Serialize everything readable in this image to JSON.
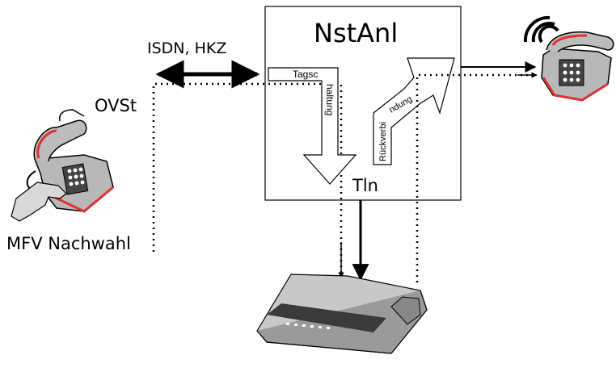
{
  "diagram": {
    "pbx_title": "NstAnl",
    "trunk_label": "ISDN, HKZ",
    "exchange_label": "OVSt",
    "dial_label": "MFV Nachwahl",
    "subscriber_label": "Tln",
    "switching_label_a": "Tagsc",
    "switching_label_b": "haltung",
    "callback_label_a": "Rückverbi",
    "callback_label_b": "ndung"
  },
  "colors": {
    "line": "#000000",
    "phone_body": "#b5b5b5",
    "phone_highlight": "#e03030",
    "device_body": "#c8c8c8"
  }
}
